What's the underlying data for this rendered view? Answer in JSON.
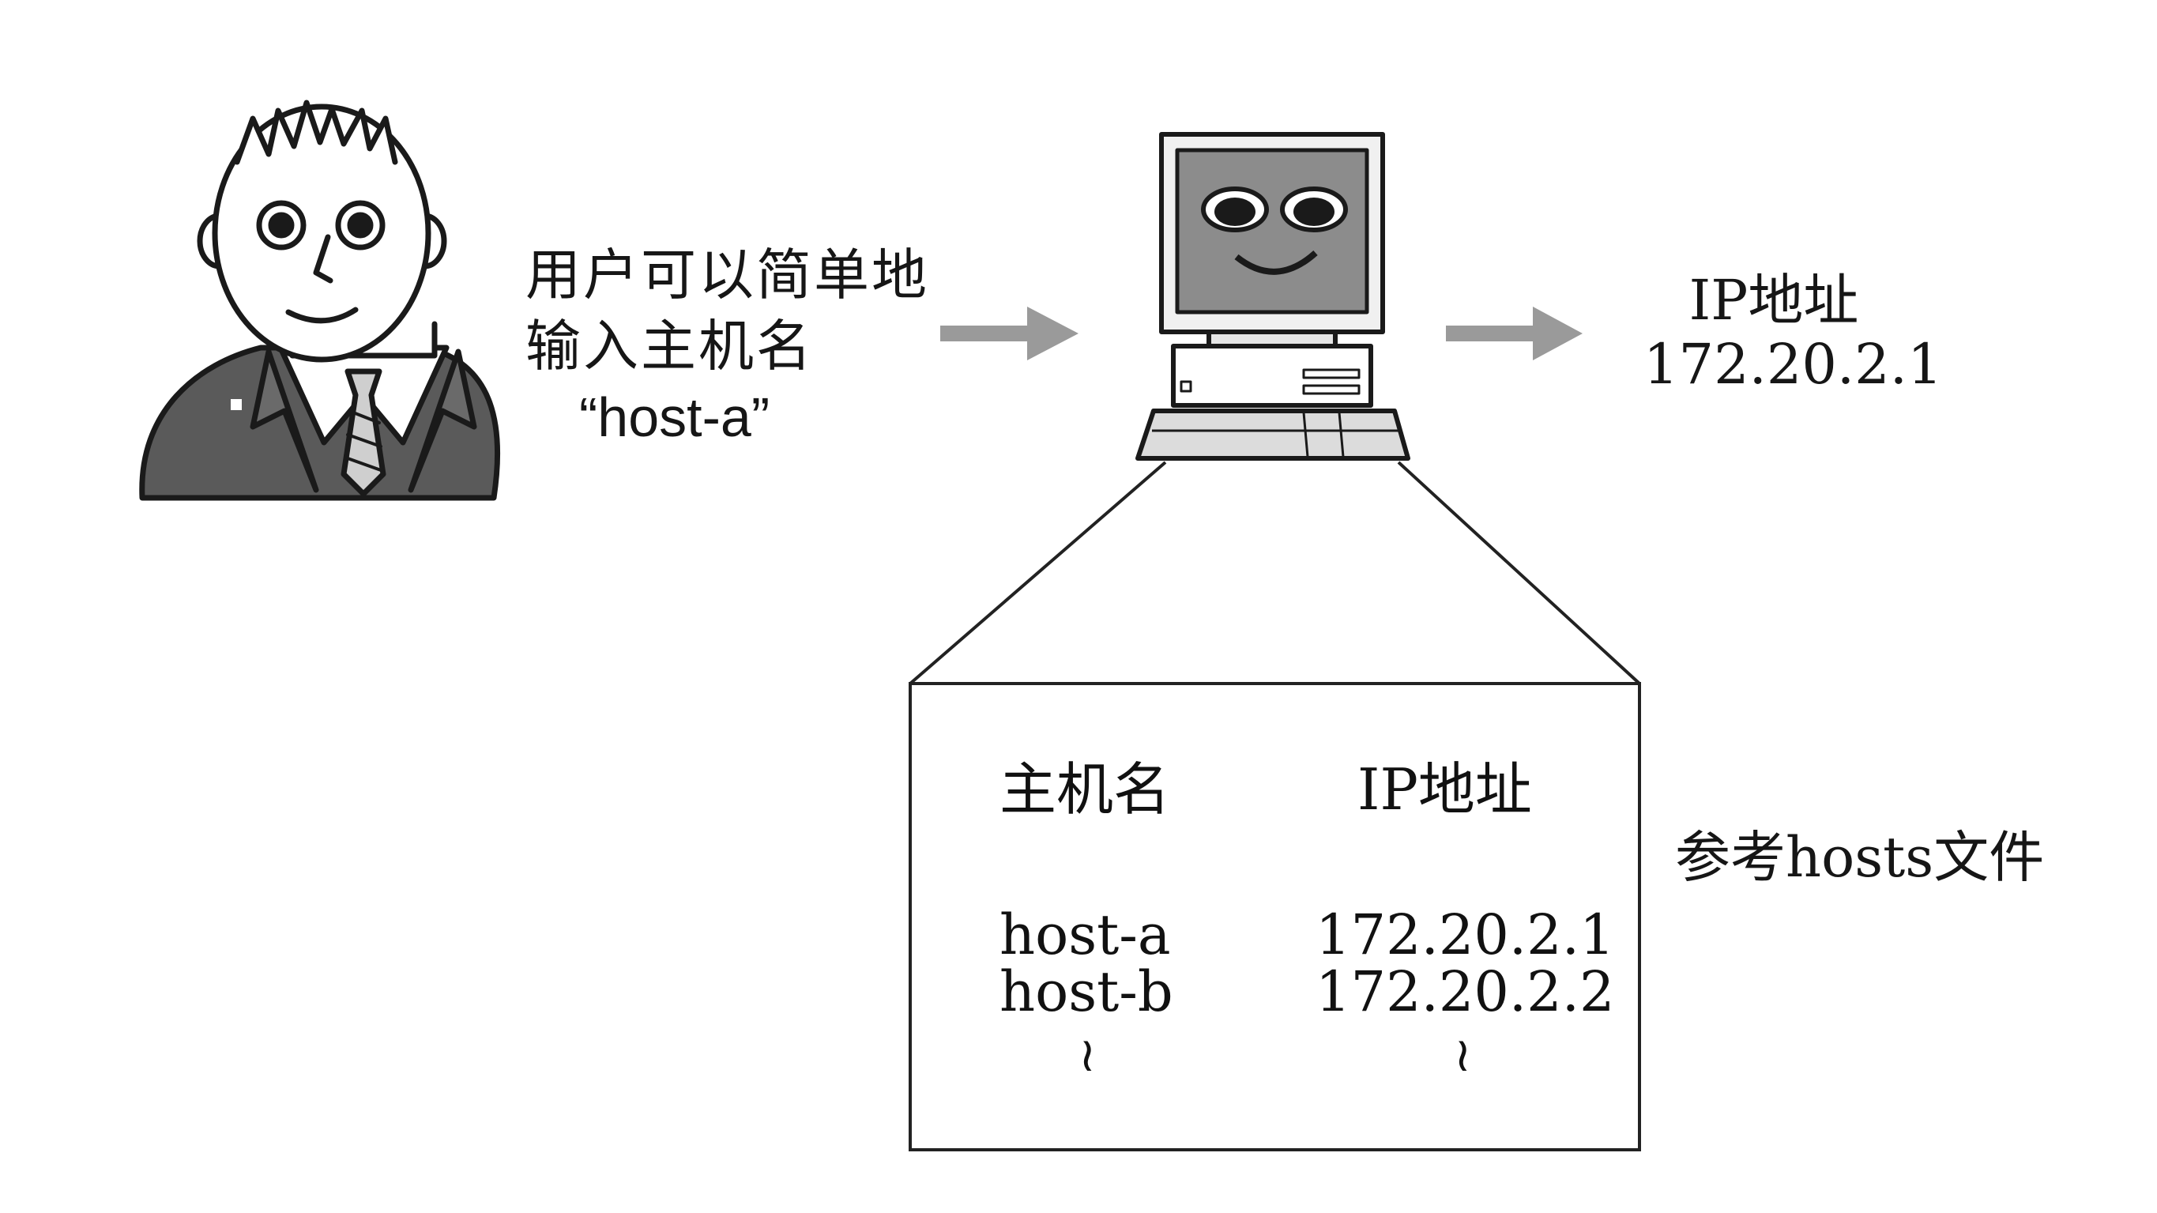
{
  "user_caption": {
    "line1": "用户可以简单地",
    "line2": "输入主机名",
    "line3": "“host-a”"
  },
  "resolved_ip": {
    "label": "IP地址",
    "value": "172.20.2.1"
  },
  "hosts_file_caption": "参考hosts文件",
  "hosts_table": {
    "headers": [
      "主机名",
      "IP地址"
    ],
    "rows": [
      [
        "host-a",
        "172.20.2.1"
      ],
      [
        "host-b",
        "172.20.2.2"
      ]
    ],
    "continuation": [
      "≀",
      "≀"
    ]
  },
  "icons": [
    "user-person-icon",
    "computer-icon",
    "arrow-right-icon"
  ],
  "colors": {
    "arrow": "#9a9a9a",
    "suit": "#5a5a5a",
    "screen": "#8c8c8c",
    "line": "#222222"
  }
}
